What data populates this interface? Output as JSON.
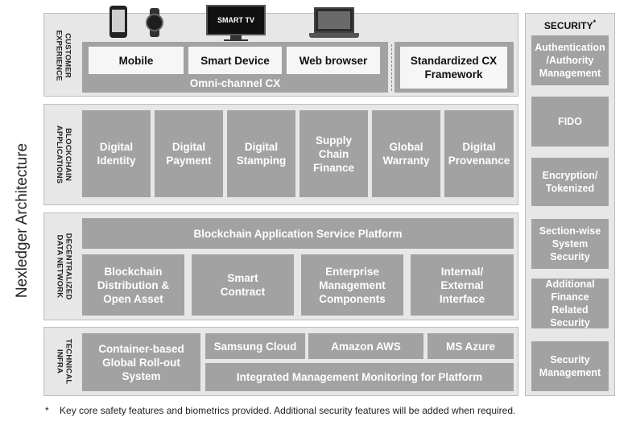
{
  "title": "Nexledger Architecture",
  "layers": {
    "cx": {
      "label": "CUSTOMER EXPERIENCE",
      "boxes": [
        "Mobile",
        "Smart Device",
        "Web browser"
      ],
      "bar": "Omni-channel CX",
      "framework": "Standardized CX Framework",
      "device_text": "SMART TV"
    },
    "apps": {
      "label": "BLOCKCHAIN APPLICATIONS",
      "boxes": [
        "Digital Identity",
        "Digital Payment",
        "Digital Stamping",
        "Supply Chain Finance",
        "Global Warranty",
        "Digital Provenance"
      ]
    },
    "network": {
      "label": "DECENTRALIZED DATA NETWORK",
      "platform": "Blockchain Application Service Platform",
      "boxes": [
        "Blockchain Distribution & Open Asset",
        "Smart Contract",
        "Enterprise Management Components",
        "Internal/ External Interface"
      ]
    },
    "infra": {
      "label": "TECHNICAL INFRA",
      "container": "Container-based Global Roll-out System",
      "clouds": [
        "Samsung Cloud",
        "Amazon AWS",
        "MS Azure"
      ],
      "monitoring": "Integrated Management Monitoring for Platform"
    }
  },
  "security": {
    "title": "SECURITY",
    "title_mark": "*",
    "items": [
      "Authentication /Authority Management",
      "FIDO",
      "Encryption/ Tokenized",
      "Section-wise System Security",
      "Additional Finance Related Security",
      "Security Management"
    ]
  },
  "footnote": {
    "mark": "*",
    "text": "Key core safety features and biometrics provided. Additional security features will be added when required."
  }
}
